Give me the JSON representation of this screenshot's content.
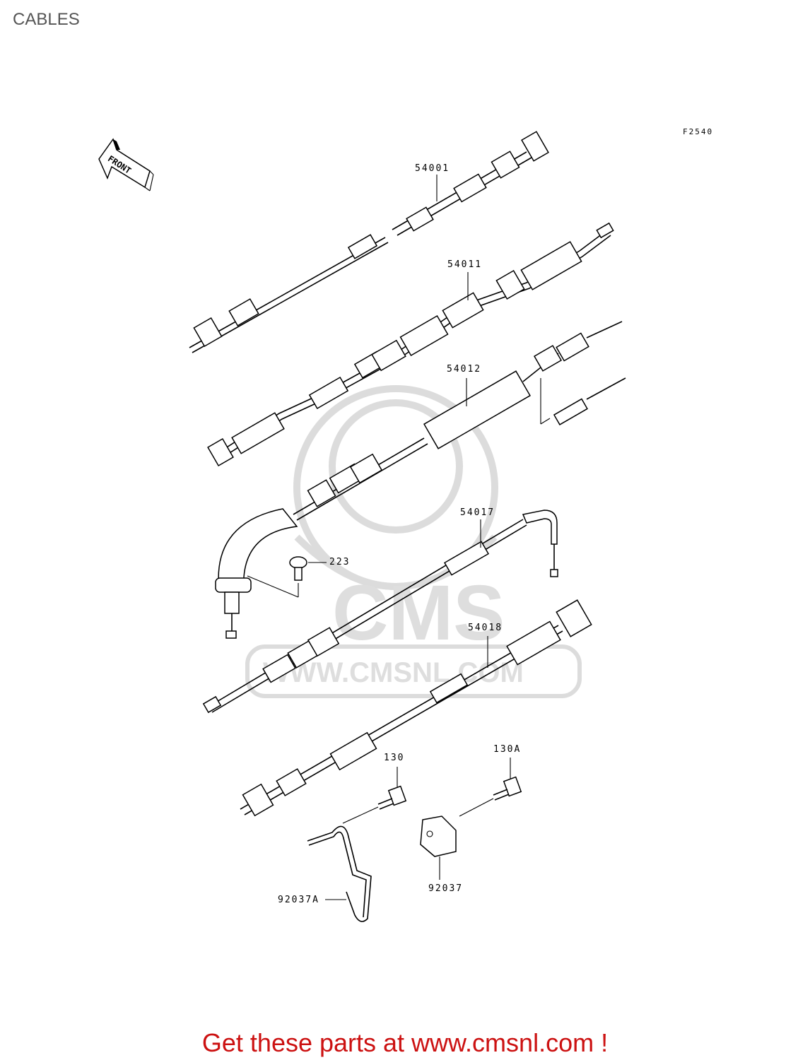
{
  "header": {
    "title": "CABLES",
    "figure_code": "F2540"
  },
  "front_arrow": {
    "label": "FRONT",
    "icon": "front-arrow-icon"
  },
  "watermark": {
    "text": "WWW.CMSNL.COM",
    "brand": "CMS"
  },
  "parts": [
    {
      "id": "54001"
    },
    {
      "id": "54011"
    },
    {
      "id": "54012"
    },
    {
      "id": "54017"
    },
    {
      "id": "223"
    },
    {
      "id": "54018"
    },
    {
      "id": "130"
    },
    {
      "id": "130A"
    },
    {
      "id": "92037"
    },
    {
      "id": "92037A"
    }
  ],
  "footer": {
    "cta": "Get these parts at www.cmsnl.com !",
    "color": "#cc1111"
  }
}
